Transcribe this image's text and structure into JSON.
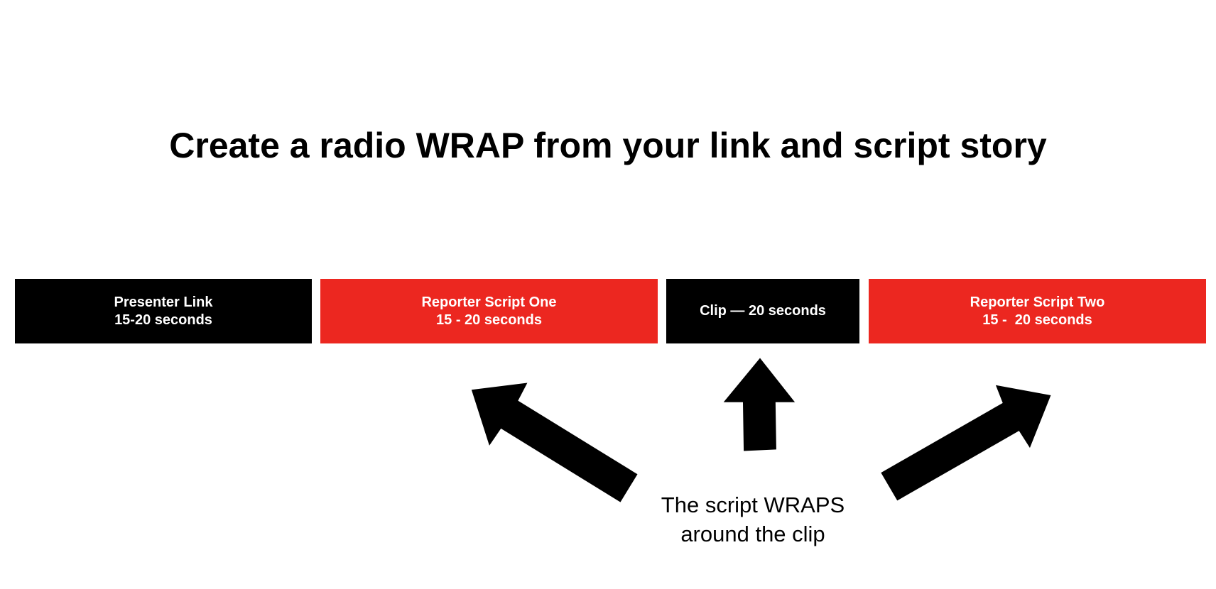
{
  "title": "Create a radio WRAP from your link and script story",
  "segments": [
    {
      "line1": "Presenter Link",
      "line2": "15-20 seconds",
      "color": "#000000"
    },
    {
      "line1": "Reporter Script One",
      "line2": "15 - 20 seconds",
      "color": "#ec2720"
    },
    {
      "line1": "Clip — 20 seconds",
      "line2": "",
      "color": "#000000"
    },
    {
      "line1": "Reporter Script Two",
      "line2": "15 -  20 seconds",
      "color": "#ec2720"
    }
  ],
  "caption": {
    "line1": "The script WRAPS",
    "line2": "around the clip"
  }
}
